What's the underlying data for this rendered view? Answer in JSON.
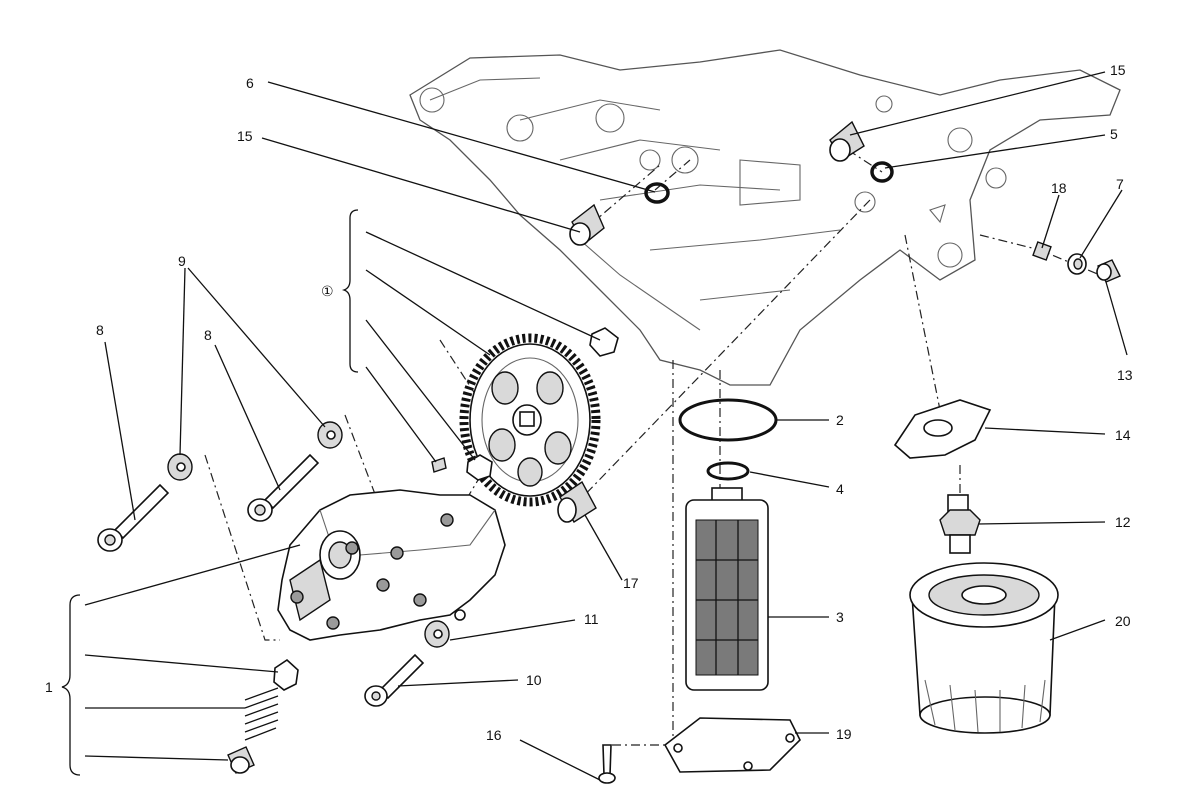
{
  "diagram": {
    "labels": {
      "l1": "1",
      "l2": "2",
      "l3": "3",
      "l4": "4",
      "l5": "5",
      "l6": "6",
      "l7": "7",
      "l8a": "8",
      "l8b": "8",
      "l9": "9",
      "l10": "10",
      "l11": "11",
      "l12": "12",
      "l13": "13",
      "l14": "14",
      "l15a": "15",
      "l15b": "15",
      "l16": "16",
      "l17": "17",
      "l18": "18",
      "l19": "19",
      "l20": "20",
      "circled1": "①"
    }
  }
}
